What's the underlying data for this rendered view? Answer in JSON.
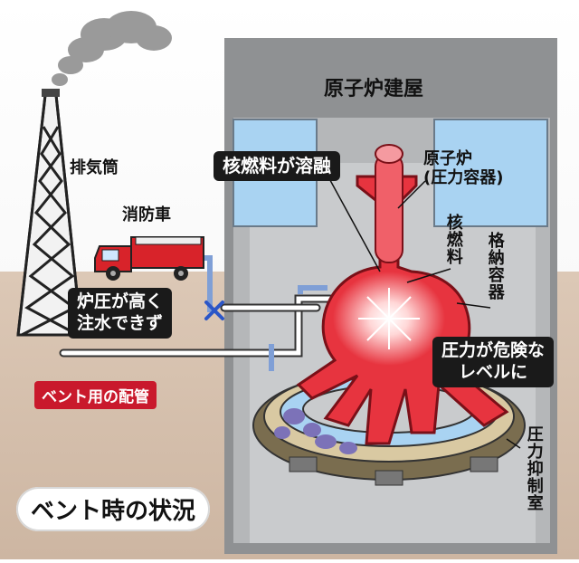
{
  "title": "ベント時の状況",
  "labels": {
    "building": "原子炉建屋",
    "reactor_line1": "原子炉",
    "reactor_line2": "(圧力容器)",
    "fuel": "核燃料",
    "containment": "格納容器",
    "suppression": "圧力抑制室",
    "stack": "排気筒",
    "firetruck": "消防車"
  },
  "callouts": {
    "melt": "核燃料が溶融",
    "pressure_line1": "炉圧が高く",
    "pressure_line2": "注水できず",
    "danger_line1": "圧力が危険な",
    "danger_line2": "レベルに",
    "vent_pipe": "ベント用の配管"
  },
  "colors": {
    "building": "#8f9193",
    "containment": "#e7343f",
    "pool": "#a9d3f2",
    "firetruck": "#d8232a",
    "pipe": "#7f9fd6",
    "callout": "#1a1a1a",
    "vent_badge": "#c9192c"
  }
}
